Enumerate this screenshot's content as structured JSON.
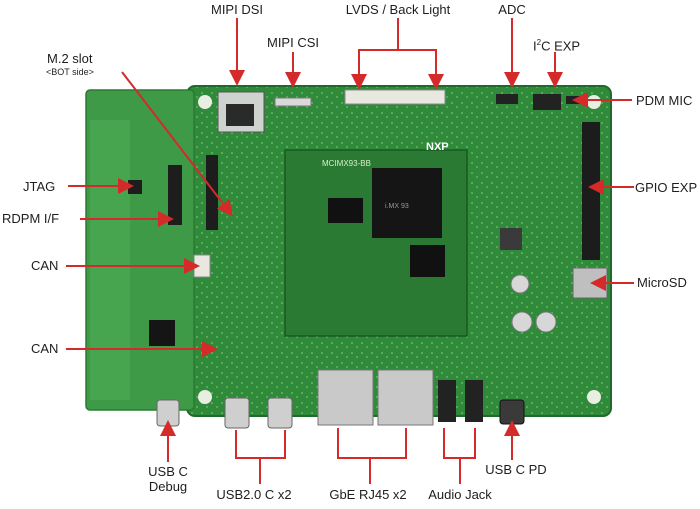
{
  "labels": {
    "m2_slot": "M.2 slot",
    "m2_slot_note": "<BOT side>",
    "mipi_dsi": "MIPI DSI",
    "mipi_csi": "MIPI CSI",
    "lvds_backlight": "LVDS / Back Light",
    "adc": "ADC",
    "i2c_exp_prefix": "I",
    "i2c_exp_sup": "2",
    "i2c_exp_suffix": "C EXP",
    "pdm_mic": "PDM MIC",
    "jtag": "JTAG",
    "rdpm_if": "RDPM I/F",
    "gpio_exp": "GPIO EXP",
    "can_1": "CAN",
    "can_2": "CAN",
    "microsd": "MicroSD",
    "usb_c_debug_1": "USB C",
    "usb_c_debug_2": "Debug",
    "usb20_c_x2": "USB2.0 C x2",
    "gbe_rj45_x2": "GbE RJ45 x2",
    "audio_jack": "Audio Jack",
    "usb_c_pd": "USB C PD"
  },
  "board_markings": {
    "som_name": "MCIMX93-BB",
    "chip_brand": "NXP",
    "chip_part": "i.MX 93"
  },
  "colors": {
    "arrow": "#d42a2a",
    "pcb": "#2f8a3a",
    "pcb_dark": "#1f6a2a",
    "som": "#2b7a34",
    "label": "#1e1e1e"
  }
}
